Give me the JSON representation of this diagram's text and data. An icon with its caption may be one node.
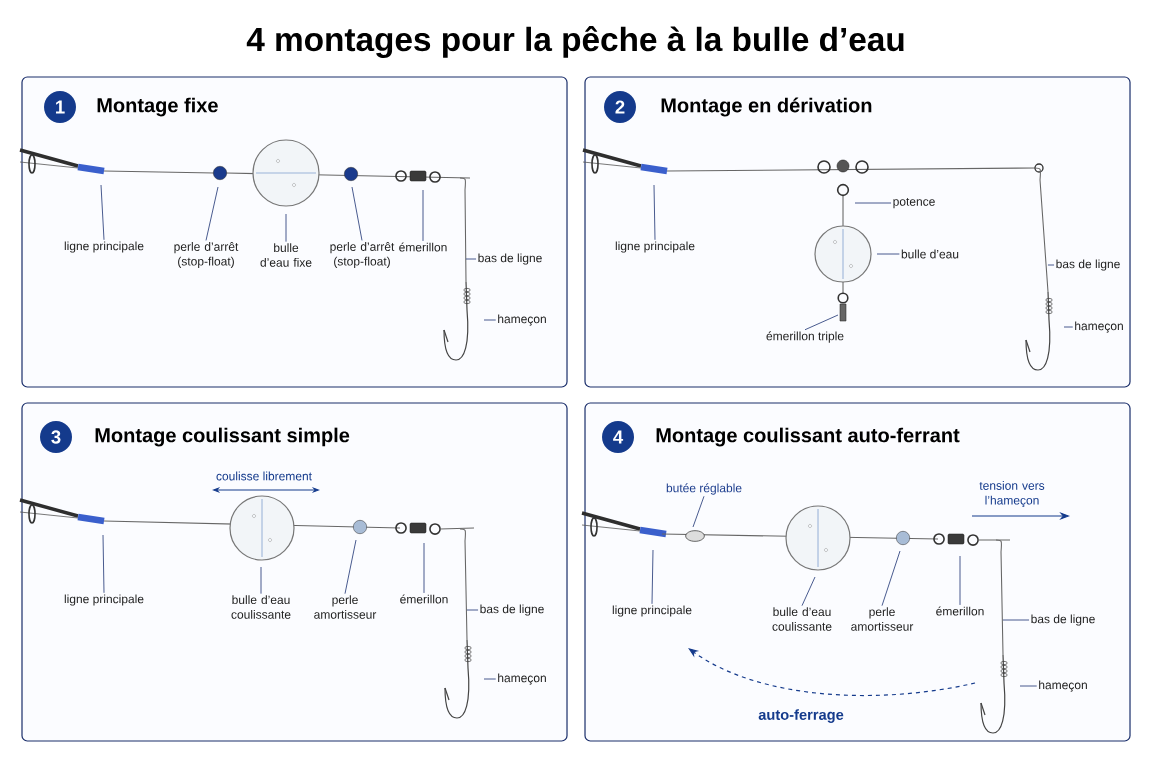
{
  "diagram": {
    "title": "4 montages pour la pêche à la bulle d’eau",
    "nodes": [
      {
        "text": [
          "Montage fixe"
        ]
      },
      {
        "text": [
          "1"
        ],
        "in": 0
      },
      {
        "text": [
          "ligne principale"
        ],
        "in": 0
      },
      {
        "text": [
          "perle d’arrêt (stop-float)"
        ],
        "in": 0
      },
      {
        "text": [
          "bulle d’eau fixe"
        ],
        "in": 0
      },
      {
        "text": [
          "perle d’arrêt (stop-float)"
        ],
        "in": 0
      },
      {
        "text": [
          "émerillon"
        ],
        "in": 0
      },
      {
        "text": [
          "bas de ligne"
        ],
        "in": 0
      },
      {
        "text": [
          "hameçon"
        ],
        "in": 0
      },
      {
        "text": [
          "Montage en dérivation"
        ]
      },
      {
        "text": [
          "2"
        ],
        "in": 9
      },
      {
        "text": [
          "ligne principale"
        ],
        "in": 9
      },
      {
        "text": [
          "potence"
        ],
        "in": 9
      },
      {
        "text": [
          "bulle d’eau"
        ],
        "in": 9
      },
      {
        "text": [
          "émerillon triple"
        ],
        "in": 9
      },
      {
        "text": [
          "bas de ligne"
        ],
        "in": 9
      },
      {
        "text": [
          "hameçon"
        ],
        "in": 9
      },
      {
        "text": [
          "Montage coulissant simple"
        ]
      },
      {
        "text": [
          "3"
        ],
        "in": 17
      },
      {
        "text": [
          "ligne principale"
        ],
        "in": 17
      },
      {
        "text": [
          "bulle d’eau coulissante"
        ],
        "in": 17
      },
      {
        "text": [
          "perle amortisseur"
        ],
        "in": 17
      },
      {
        "text": [
          "émerillon"
        ],
        "in": 17
      },
      {
        "text": [
          "bas de ligne"
        ],
        "in": 17
      },
      {
        "text": [
          "hameçon"
        ],
        "in": 17
      },
      {
        "text": [
          "Montage coulissant auto-ferrant"
        ]
      },
      {
        "text": [
          "4"
        ],
        "in": 25
      },
      {
        "text": [
          "butée réglable"
        ],
        "in": 25
      },
      {
        "text": [
          "ligne principale"
        ],
        "in": 25
      },
      {
        "text": [
          "bulle d’eau coulissante"
        ],
        "in": 25
      },
      {
        "text": [
          "perle amortisseur"
        ],
        "in": 25
      },
      {
        "text": [
          "émerillon"
        ],
        "in": 25
      },
      {
        "text": [
          "bas de ligne"
        ],
        "in": 25
      },
      {
        "text": [
          "hameçon"
        ],
        "in": 25
      },
      {
        "text": [],
        "shape": "line",
        "in": 0
      },
      {
        "text": [],
        "shape": "line",
        "in": 9
      },
      {
        "text": [],
        "shape": "line",
        "in": 17
      },
      {
        "text": [],
        "shape": "line",
        "in": 25
      }
    ],
    "edges": [
      {
        "from": 2,
        "to": null,
        "arrow": "none"
      },
      {
        "from": 3,
        "to": null,
        "arrow": "none"
      },
      {
        "from": 4,
        "to": null,
        "arrow": "none"
      },
      {
        "from": 5,
        "to": null,
        "arrow": "none"
      },
      {
        "from": 6,
        "to": null,
        "arrow": "none"
      },
      {
        "from": 7,
        "to": 34,
        "arrow": "none"
      },
      {
        "from": 8,
        "to": null,
        "arrow": "none"
      },
      {
        "from": 11,
        "to": null,
        "arrow": "none"
      },
      {
        "from": 12,
        "to": null,
        "arrow": "none"
      },
      {
        "from": 13,
        "to": null,
        "arrow": "none"
      },
      {
        "from": 14,
        "to": null,
        "arrow": "none"
      },
      {
        "from": 15,
        "to": 35,
        "arrow": "none"
      },
      {
        "from": 16,
        "to": null,
        "arrow": "none"
      },
      {
        "from": 19,
        "to": null,
        "arrow": "none"
      },
      {
        "from": 20,
        "to": null,
        "arrow": "none"
      },
      {
        "from": 21,
        "to": null,
        "arrow": "none"
      },
      {
        "from": 22,
        "to": null,
        "arrow": "none"
      },
      {
        "from": 23,
        "to": 36,
        "arrow": "none"
      },
      {
        "from": 24,
        "to": null,
        "arrow": "none"
      },
      {
        "from": 27,
        "to": null,
        "arrow": "none"
      },
      {
        "from": 28,
        "to": null,
        "arrow": "none"
      },
      {
        "from": 29,
        "to": null,
        "arrow": "none"
      },
      {
        "from": 30,
        "to": null,
        "arrow": "none"
      },
      {
        "from": 31,
        "to": null,
        "arrow": "none"
      },
      {
        "from": 32,
        "to": 37,
        "arrow": "none"
      },
      {
        "from": 33,
        "to": null,
        "arrow": "none"
      }
    ],
    "labels": [
      "coulisse librement",
      "tension vers l’hameçon",
      "auto-ferrage"
    ]
  }
}
